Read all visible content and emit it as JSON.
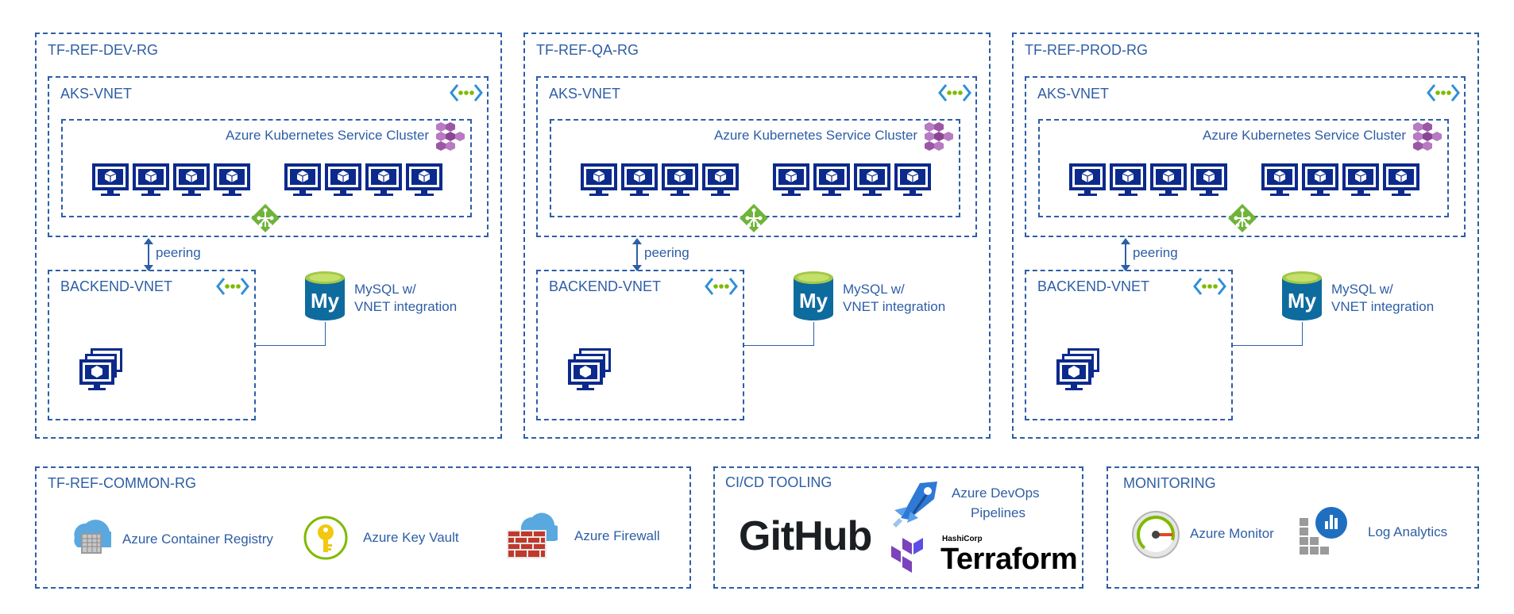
{
  "resource_groups": [
    {
      "name": "TF-REF-DEV-RG",
      "aks_vnet": "AKS-VNET",
      "cluster": "Azure Kubernetes Service Cluster",
      "peering": "peering",
      "backend_vnet": "BACKEND-VNET",
      "mysql_line1": "MySQL w/",
      "mysql_line2": "VNET integration"
    },
    {
      "name": "TF-REF-QA-RG",
      "aks_vnet": "AKS-VNET",
      "cluster": "Azure Kubernetes Service Cluster",
      "peering": "peering",
      "backend_vnet": "BACKEND-VNET",
      "mysql_line1": "MySQL w/",
      "mysql_line2": "VNET integration"
    },
    {
      "name": "TF-REF-PROD-RG",
      "aks_vnet": "AKS-VNET",
      "cluster": "Azure Kubernetes Service Cluster",
      "peering": "peering",
      "backend_vnet": "BACKEND-VNET",
      "mysql_line1": "MySQL w/",
      "mysql_line2": "VNET integration"
    }
  ],
  "common": {
    "name": "TF-REF-COMMON-RG",
    "items": [
      {
        "label": "Azure Container Registry",
        "icon": "container-registry-icon"
      },
      {
        "label": "Azure Key Vault",
        "icon": "key-vault-icon"
      },
      {
        "label": "Azure Firewall",
        "icon": "firewall-icon"
      }
    ]
  },
  "cicd": {
    "name": "CI/CD TOOLING",
    "github": "GitHub",
    "devops_line1": "Azure DevOps",
    "devops_line2": "Pipelines",
    "hashicorp": "HashiCorp",
    "terraform": "Terraform"
  },
  "monitoring": {
    "name": "MONITORING",
    "items": [
      {
        "label": "Azure Monitor",
        "icon": "azure-monitor-icon"
      },
      {
        "label": "Log Analytics",
        "icon": "log-analytics-icon"
      }
    ]
  },
  "colors": {
    "accent": "#2e5ea6",
    "vm": "#0c2a8c",
    "aks": "#9b57a6",
    "vnet": "#7fba00",
    "mysql": "#0e6b9e"
  }
}
